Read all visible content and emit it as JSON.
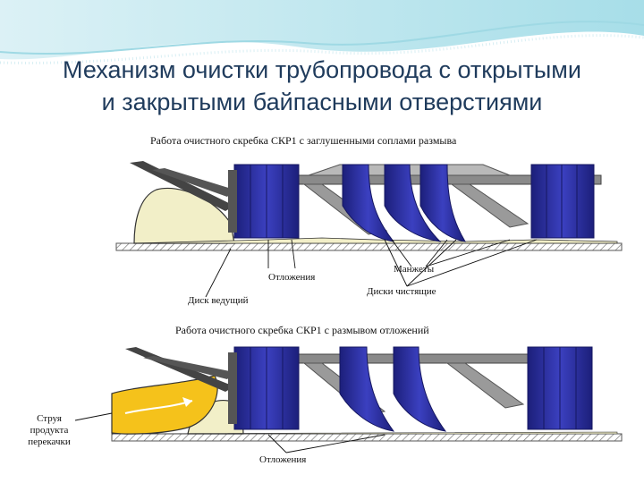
{
  "slide": {
    "title_line1": "Механизм очистки трубопровода с открытыми",
    "title_line2": "и закрытыми байпасными отверстиями"
  },
  "diagram_top": {
    "caption": "Работа очистного скребка СКР1 с заглушенными соплами размыва",
    "labels": {
      "manzhety": "Манжеты",
      "otlozheniya": "Отложения",
      "diski_chistyashchie": "Диски чистящие",
      "disk_vedushchiy": "Диск ведущий"
    }
  },
  "diagram_bottom": {
    "caption": "Работа очистного скребка СКР1 с размывом отложений",
    "labels": {
      "struya_line1": "Струя",
      "struya_line2": "продукта",
      "struya_line3": "перекачки",
      "otlozheniya": "Отложения"
    }
  },
  "colors": {
    "cup_blue": "#2b2f9e",
    "deposit": "#f2efc8",
    "jet": "#f5c21b",
    "frame_gray": "#9a9a9a",
    "title": "#1f3b5c"
  }
}
